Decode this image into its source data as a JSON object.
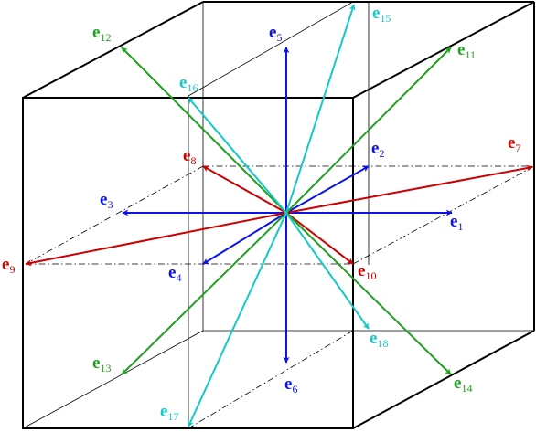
{
  "colors": {
    "blue": "#0a14e6",
    "red": "#cc0000",
    "green": "#1ea01e",
    "cyan": "#14c8c8",
    "cube": "#000000"
  },
  "vectors": [
    {
      "id": "e1",
      "letter": "e",
      "index": "1",
      "color": "blue"
    },
    {
      "id": "e2",
      "letter": "e",
      "index": "2",
      "color": "blue"
    },
    {
      "id": "e3",
      "letter": "e",
      "index": "3",
      "color": "blue"
    },
    {
      "id": "e4",
      "letter": "e",
      "index": "4",
      "color": "blue"
    },
    {
      "id": "e5",
      "letter": "e",
      "index": "5",
      "color": "blue"
    },
    {
      "id": "e6",
      "letter": "e",
      "index": "6",
      "color": "blue"
    },
    {
      "id": "e7",
      "letter": "e",
      "index": "7",
      "color": "red"
    },
    {
      "id": "e8",
      "letter": "e",
      "index": "8",
      "color": "red"
    },
    {
      "id": "e9",
      "letter": "e",
      "index": "9",
      "color": "red"
    },
    {
      "id": "e10",
      "letter": "e",
      "index": "10",
      "color": "red"
    },
    {
      "id": "e11",
      "letter": "e",
      "index": "11",
      "color": "green"
    },
    {
      "id": "e12",
      "letter": "e",
      "index": "12",
      "color": "green"
    },
    {
      "id": "e13",
      "letter": "e",
      "index": "13",
      "color": "green"
    },
    {
      "id": "e14",
      "letter": "e",
      "index": "14",
      "color": "green"
    },
    {
      "id": "e15",
      "letter": "e",
      "index": "15",
      "color": "cyan"
    },
    {
      "id": "e16",
      "letter": "e",
      "index": "16",
      "color": "cyan"
    },
    {
      "id": "e17",
      "letter": "e",
      "index": "17",
      "color": "cyan"
    },
    {
      "id": "e18",
      "letter": "e",
      "index": "18",
      "color": "cyan"
    }
  ]
}
